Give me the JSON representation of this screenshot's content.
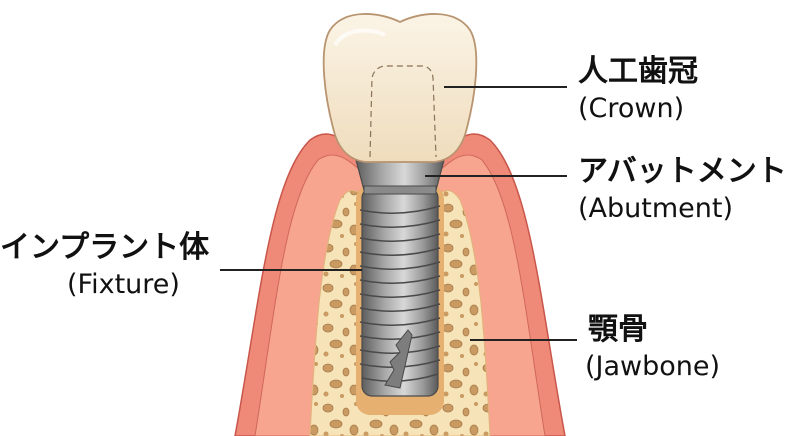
{
  "diagram": {
    "subject": "Dental implant cross-section",
    "labels": [
      {
        "id": "crown",
        "jp": "人工歯冠",
        "en": "(Crown)"
      },
      {
        "id": "abutment",
        "jp": "アバットメント",
        "en": "(Abutment)"
      },
      {
        "id": "fixture",
        "jp": "インプラント体",
        "en": "(Fixture)"
      },
      {
        "id": "jawbone",
        "jp": "顎骨",
        "en": "(Jawbone)"
      }
    ],
    "colors": {
      "crown": "#f6ead4",
      "crown_outline": "#b89470",
      "gum_outer": "#ef8a78",
      "gum_inner": "#f7a58f",
      "bone": "#f7e3b8",
      "bone_spots": "#c99a62",
      "implant": "#8c8c8c",
      "leader_line": "#222222"
    }
  }
}
